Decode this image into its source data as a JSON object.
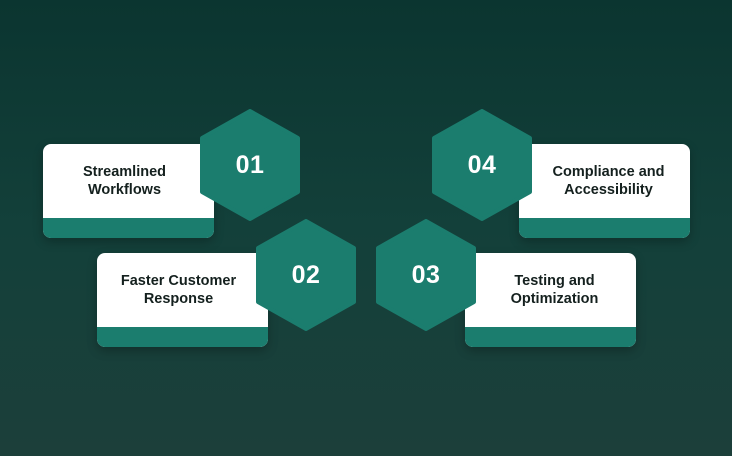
{
  "colors": {
    "accent": "#1b7d6e",
    "card_background": "#ffffff",
    "text_dark": "#14201e",
    "number_text": "#ffffff"
  },
  "steps": [
    {
      "number": "01",
      "label_line1": "Streamlined",
      "label_line2": "Workflows"
    },
    {
      "number": "02",
      "label_line1": "Faster Customer",
      "label_line2": "Response"
    },
    {
      "number": "03",
      "label_line1": "Testing and",
      "label_line2": "Optimization"
    },
    {
      "number": "04",
      "label_line1": "Compliance and",
      "label_line2": "Accessibility"
    }
  ]
}
